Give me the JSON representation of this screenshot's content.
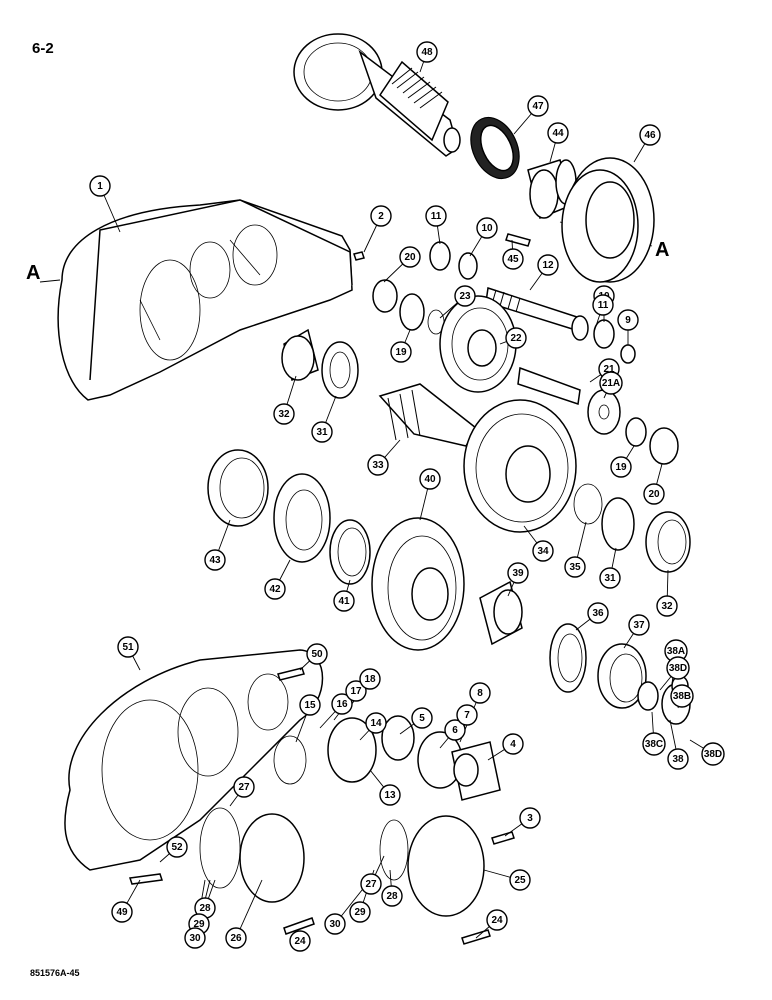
{
  "page_number": "6-2",
  "drawing_code": "851576A-45",
  "section_marker": "A",
  "callouts": [
    "1",
    "2",
    "3",
    "4",
    "5",
    "6",
    "7",
    "8",
    "9",
    "10",
    "10",
    "11",
    "11",
    "12",
    "13",
    "14",
    "15",
    "16",
    "17",
    "18",
    "19",
    "19",
    "20",
    "20",
    "21",
    "21A",
    "22",
    "23",
    "24",
    "24",
    "25",
    "26",
    "27",
    "27",
    "28",
    "28",
    "29",
    "29",
    "30",
    "30",
    "31",
    "31",
    "32",
    "32",
    "33",
    "34",
    "35",
    "36",
    "37",
    "38",
    "38A",
    "38B",
    "38C",
    "38D",
    "38D",
    "39",
    "40",
    "41",
    "42",
    "43",
    "44",
    "45",
    "46",
    "47",
    "48",
    "49",
    "50",
    "51",
    "52"
  ]
}
